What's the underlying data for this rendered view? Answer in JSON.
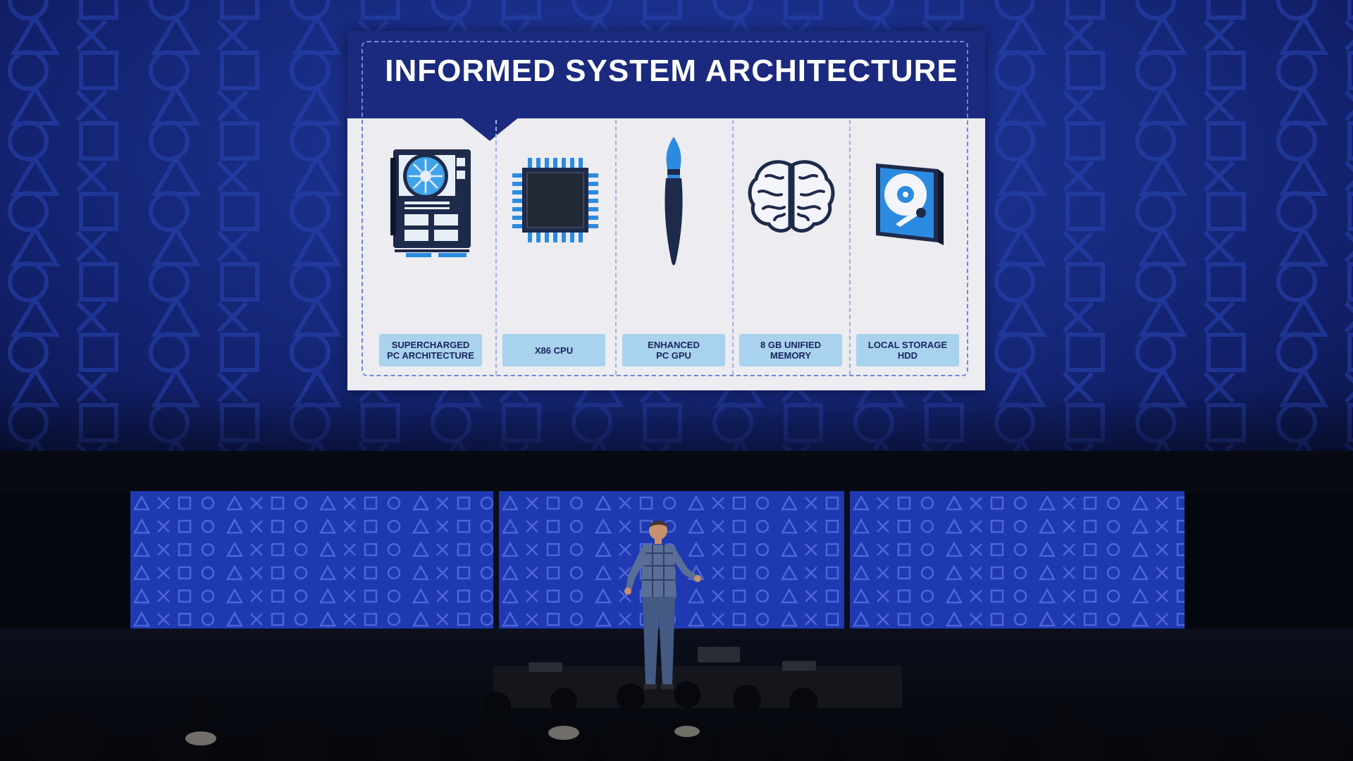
{
  "slide": {
    "title": "INFORMED SYSTEM ARCHITECTURE",
    "columns": [
      {
        "icon": "graphics-card-icon",
        "label": "SUPERCHARGED\nPC ARCHITECTURE"
      },
      {
        "icon": "cpu-chip-icon",
        "label": "X86 CPU"
      },
      {
        "icon": "paintbrush-icon",
        "label": "ENHANCED\nPC GPU"
      },
      {
        "icon": "brain-icon",
        "label": "8 GB UNIFIED\nMEMORY"
      },
      {
        "icon": "hard-drive-icon",
        "label": "LOCAL STORAGE\nHDD"
      }
    ]
  },
  "colors": {
    "screen_blue": "#1a2e88",
    "slide_header": "#1b2a7e",
    "label_bg": "#a8d2ee",
    "accent_blue": "#2b8be0",
    "panel_blue": "#1f39b3"
  }
}
